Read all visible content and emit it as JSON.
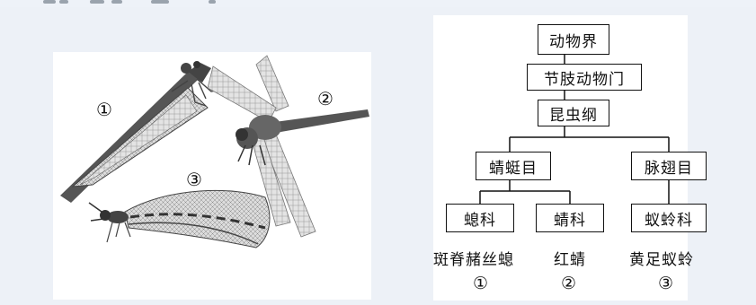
{
  "figure": {
    "insect_markers": [
      "①",
      "②",
      "③"
    ],
    "insects": [
      {
        "marker": "①",
        "icon": "damselfly-icon"
      },
      {
        "marker": "②",
        "icon": "dragonfly-icon"
      },
      {
        "marker": "③",
        "icon": "lacewing-icon"
      }
    ],
    "tree": {
      "kingdom": "动物界",
      "phylum": "节肢动物门",
      "class": "昆虫纲",
      "orders": [
        "蜻蜓目",
        "脉翅目"
      ],
      "families": [
        "螅科",
        "蜻科",
        "蚁蛉科"
      ],
      "species": [
        "斑脊赭丝螅",
        "红蜻",
        "黄足蚁蛉"
      ],
      "species_markers": [
        "①",
        "②",
        "③"
      ]
    }
  }
}
